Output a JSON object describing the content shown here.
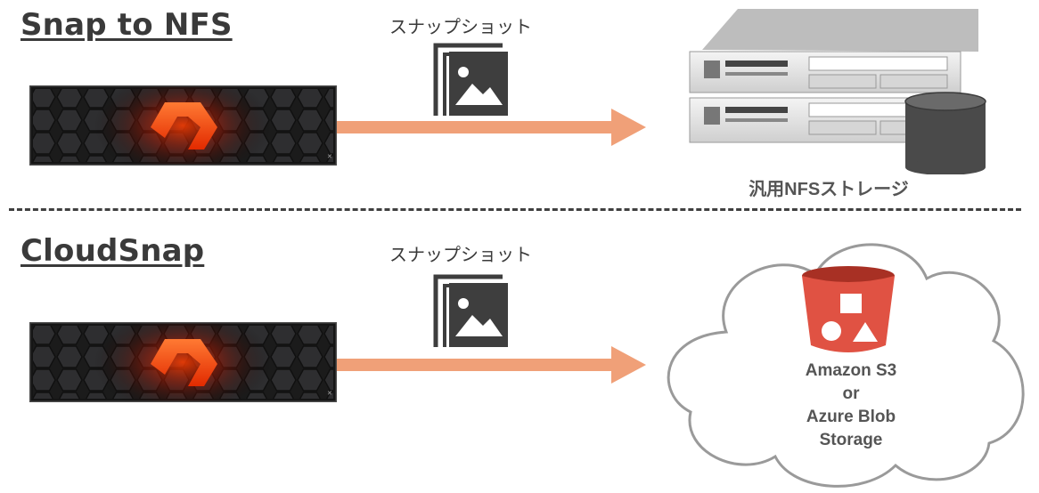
{
  "sections": [
    {
      "title": "Snap to NFS",
      "snapshot_label": "スナップショット",
      "target": {
        "type": "nfs-server",
        "label": "汎用NFSストレージ"
      }
    },
    {
      "title": "CloudSnap",
      "snapshot_label": "スナップショット",
      "target": {
        "type": "cloud",
        "label_lines": [
          "Amazon S3",
          "or",
          "Azure Blob",
          "Storage"
        ]
      }
    }
  ],
  "colors": {
    "arrow": "#f0a078",
    "heading_text": "#3a3a3a",
    "array_logo": "#ff5a1f",
    "bucket": "#e05243",
    "server": "#aaaaaa",
    "cloud_outline": "#9a9a9a"
  },
  "icons": {
    "storage_array": "storage-array-icon",
    "snapshot": "snapshot-image-icon",
    "server": "rack-server-icon",
    "database": "database-cylinder-icon",
    "bucket": "s3-bucket-icon",
    "cloud": "cloud-icon"
  }
}
